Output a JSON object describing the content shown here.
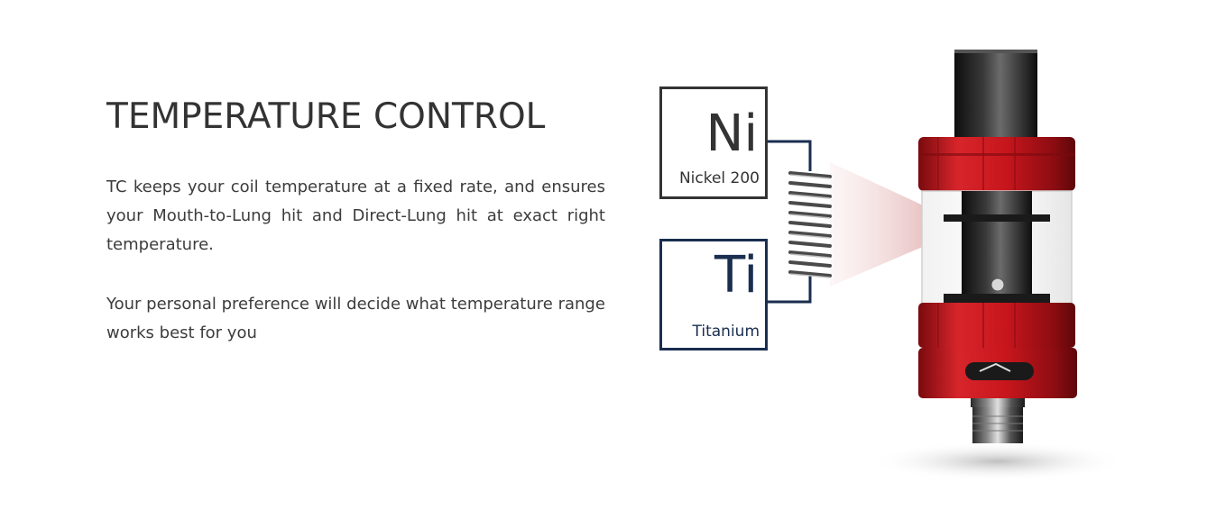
{
  "title": "TEMPERATURE CONTROL",
  "paragraphs": {
    "p1": "TC keeps your coil temperature at a fixed rate, and ensures your Mouth-to-Lung hit and Direct-Lung hit at exact right temperature.",
    "p2": "Your personal preference will decide what temperature range works best for you"
  },
  "elements": {
    "nickel": {
      "symbol": "Ni",
      "name": "Nickel 200"
    },
    "titanium": {
      "symbol": "Ti",
      "name": "Titanium"
    }
  },
  "colors": {
    "tank_red": "#c8161d",
    "nickel_border": "#333333",
    "titanium_border": "#1a2e4f",
    "text": "#3c3c3c"
  }
}
